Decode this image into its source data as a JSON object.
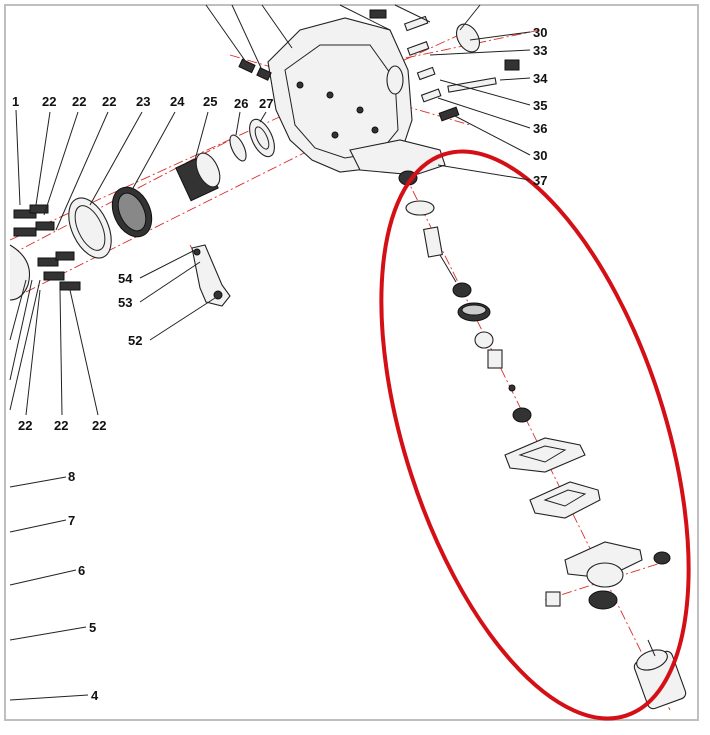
{
  "callouts": {
    "c1": "1",
    "c22a": "22",
    "c22b": "22",
    "c22c": "22",
    "c23": "23",
    "c24": "24",
    "c25": "25",
    "c26": "26",
    "c27": "27",
    "c30a": "30",
    "c33": "33",
    "c34": "34",
    "c35": "35",
    "c36": "36",
    "c30b": "30",
    "c37": "37",
    "c54": "54",
    "c53": "53",
    "c52": "52",
    "c22d": "22",
    "c22e": "22",
    "c22f": "22",
    "c8": "8",
    "c7": "7",
    "c6": "6",
    "c5": "5",
    "c4": "4"
  },
  "colors": {
    "highlight": "#d40f16",
    "axis": "#d9302a",
    "line": "#222222",
    "frame": "#bfbfbf"
  }
}
